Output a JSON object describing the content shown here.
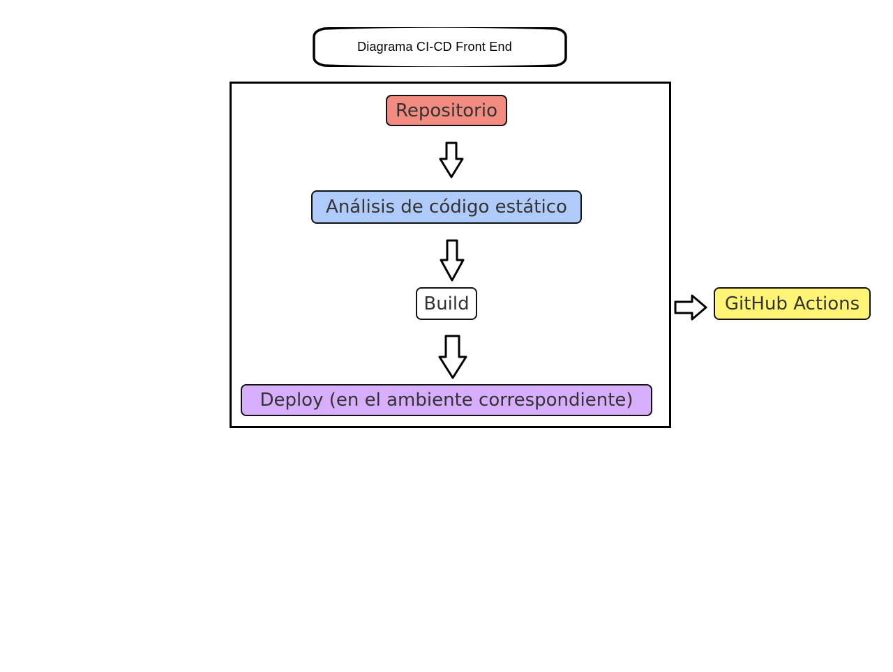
{
  "diagram": {
    "title": "Diagrama CI-CD Front End",
    "pipeline": [
      {
        "label": "Repositorio",
        "color": "#f28b80"
      },
      {
        "label": "Análisis de código estático",
        "color": "#aecbfa"
      },
      {
        "label": "Build",
        "color": "#ffffff"
      },
      {
        "label": "Deploy (en el ambiente correspondiente)",
        "color": "#d7aefb"
      }
    ],
    "tool": {
      "label": "GitHub Actions",
      "color": "#fff475"
    }
  }
}
